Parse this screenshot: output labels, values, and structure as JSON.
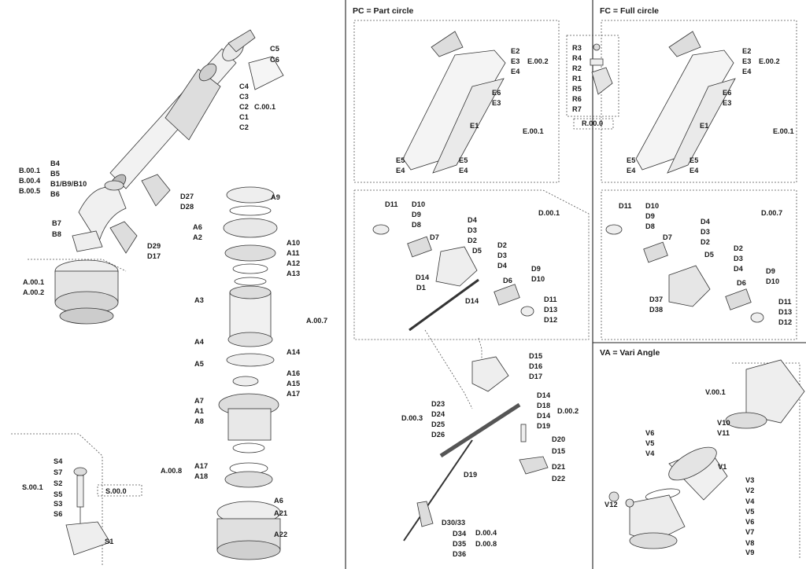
{
  "titles": {
    "pc": "PC = Part circle",
    "fc": "FC = Full circle",
    "va": "VA = Vari Angle"
  },
  "refs": {
    "pc_frame": "E.00.1",
    "pc_top": "E.00.2",
    "rr": "R.00.0",
    "fc_frame": "E.00.1",
    "fc_top": "E.00.2",
    "pc_drive": "D.00.1",
    "fc_drive": "D.00.7",
    "va": "V.00.1",
    "d_arm": "D.00.2",
    "d_shaft": "D.00.3",
    "d_stop": "D.00.4",
    "d_stop2": "D.00.8",
    "a_base": "A.00.1",
    "a_base2": "A.00.2",
    "a_turn": "A.00.7",
    "a_seal": "A.00.8",
    "b1": "B.00.1",
    "b2": "B.00.4",
    "b3": "B.00.5",
    "c": "C.00.1",
    "s": "S.00.1",
    "s_box": "S.00.0"
  },
  "labels": {
    "c5": "C5",
    "c6": "C6",
    "c4": "C4",
    "c3": "C3",
    "c2a": "C2",
    "c1": "C1",
    "c2b": "C2",
    "b4": "B4",
    "b5": "B5",
    "b1": "B1/B9/B10",
    "b6": "B6",
    "b7": "B7",
    "b8": "B8",
    "d27": "D27",
    "d28": "D28",
    "d29": "D29",
    "d17a": "D17",
    "a9": "A9",
    "a6a": "A6",
    "a2": "A2",
    "a10": "A10",
    "a11": "A11",
    "a12": "A12",
    "a13": "A13",
    "a3": "A3",
    "a4": "A4",
    "a14": "A14",
    "a5": "A5",
    "a16": "A16",
    "a15": "A15",
    "a17a": "A17",
    "a7": "A7",
    "a1": "A1",
    "a8": "A8",
    "a17b": "A17",
    "a18": "A18",
    "a6b": "A6",
    "a21": "A21",
    "a22": "A22",
    "s4": "S4",
    "s7": "S7",
    "s2": "S2",
    "s5": "S5",
    "s3": "S3",
    "s6": "S6",
    "s1": "S1",
    "pe2": "E2",
    "pe3": "E3",
    "pe4": "E4",
    "pe6": "E6",
    "pe3b": "E3",
    "pe1": "E1",
    "pe5l": "E5",
    "pe4l": "E4",
    "pe5r": "E5",
    "pe4r": "E4",
    "r3": "R3",
    "r4": "R4",
    "r2": "R2",
    "r1": "R1",
    "r5": "R5",
    "r6": "R6",
    "r7": "R7",
    "fe2": "E2",
    "fe3": "E3",
    "fe4": "E4",
    "fe6": "E6",
    "fe3b": "E3",
    "fe1": "E1",
    "fe5l": "E5",
    "fe4l": "E4",
    "fe5r": "E5",
    "fe4r": "E4",
    "pd11": "D11",
    "pd10": "D10",
    "pd9": "D9",
    "pd8": "D8",
    "pd7": "D7",
    "pd4": "D4",
    "pd3": "D3",
    "pd2": "D2",
    "pd5": "D5",
    "pd2b": "D2",
    "pd3b": "D3",
    "pd4b": "D4",
    "pd14": "D14",
    "pd1": "D1",
    "pd6": "D6",
    "pd9b": "D9",
    "pd10b": "D10",
    "pd14b": "D14",
    "pd11b": "D11",
    "pd13": "D13",
    "pd12": "D12",
    "fd11": "D11",
    "fd10": "D10",
    "fd9": "D9",
    "fd8": "D8",
    "fd7": "D7",
    "fd4": "D4",
    "fd3": "D3",
    "fd2": "D2",
    "fd5": "D5",
    "fd2b": "D2",
    "fd3b": "D3",
    "fd4b": "D4",
    "fd6": "D6",
    "fd9b": "D9",
    "fd10b": "D10",
    "fd37": "D37",
    "fd38": "D38",
    "fd11b": "D11",
    "fd13": "D13",
    "fd12": "D12",
    "d15": "D15",
    "d16": "D16",
    "d17": "D17",
    "d14a": "D14",
    "d18": "D18",
    "d14b": "D14",
    "d19": "D19",
    "d23": "D23",
    "d24": "D24",
    "d25": "D25",
    "d26": "D26",
    "d20": "D20",
    "d15b": "D15",
    "d21": "D21",
    "d22": "D22",
    "d19b": "D19",
    "d30": "D30/33",
    "d34": "D34",
    "d35": "D35",
    "d36": "D36",
    "v10": "V10",
    "v11": "V11",
    "v6a": "V6",
    "v5a": "V5",
    "v4a": "V4",
    "v1": "V1",
    "v12": "V12",
    "v3": "V3",
    "v2": "V2",
    "v4b": "V4",
    "v5b": "V5",
    "v6b": "V6",
    "v7": "V7",
    "v8": "V8",
    "v9": "V9"
  }
}
